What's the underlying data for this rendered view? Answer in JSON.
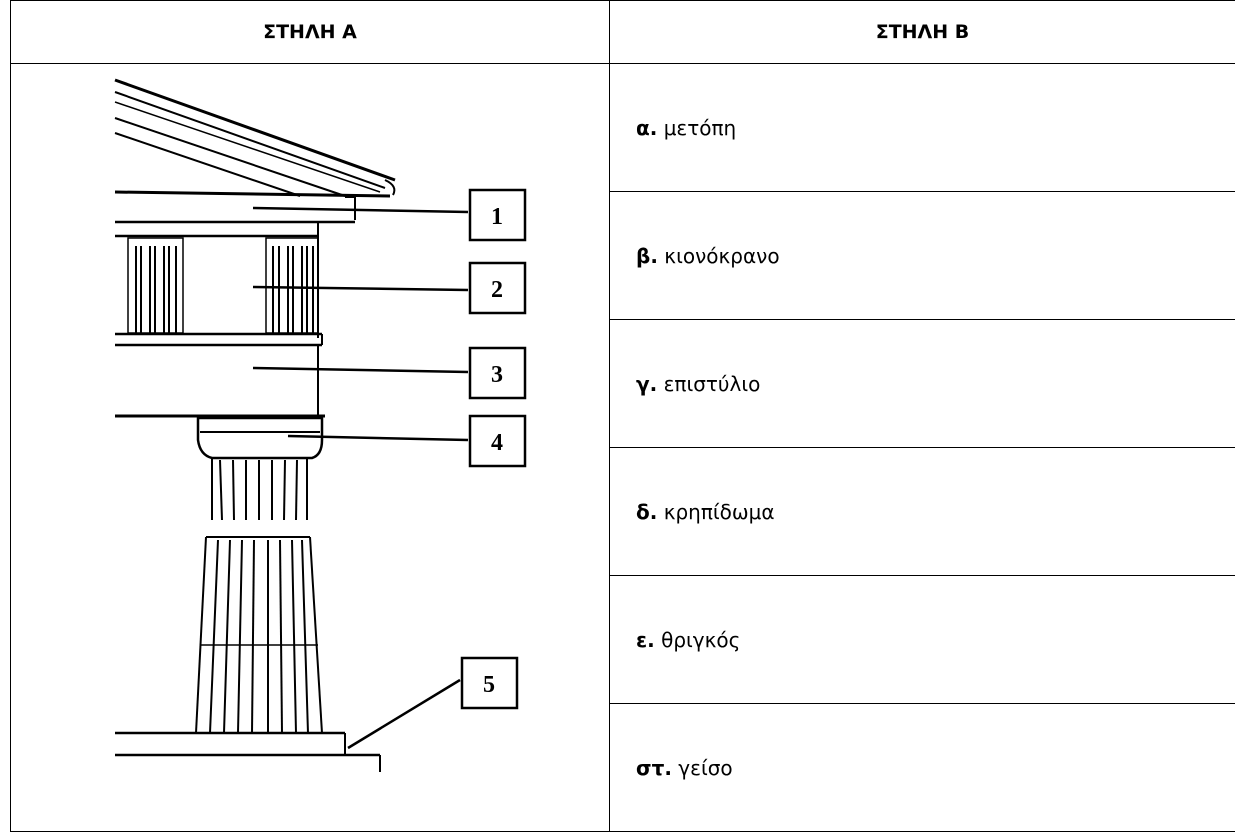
{
  "headers": {
    "col_a": "ΣΤΗΛΗ Α",
    "col_b": "ΣΤΗΛΗ Β"
  },
  "labels": [
    "1",
    "2",
    "3",
    "4",
    "5"
  ],
  "options": [
    {
      "key": "α.",
      "text": " μετόπη"
    },
    {
      "key": "β.",
      "text": " κιονόκρανο"
    },
    {
      "key": "γ.",
      "text": " επιστύλιο"
    },
    {
      "key": "δ.",
      "text": " κρηπίδωμα"
    },
    {
      "key": "ε.",
      "text": " θριγκός"
    },
    {
      "key": "στ.",
      "text": " γείσο"
    }
  ]
}
